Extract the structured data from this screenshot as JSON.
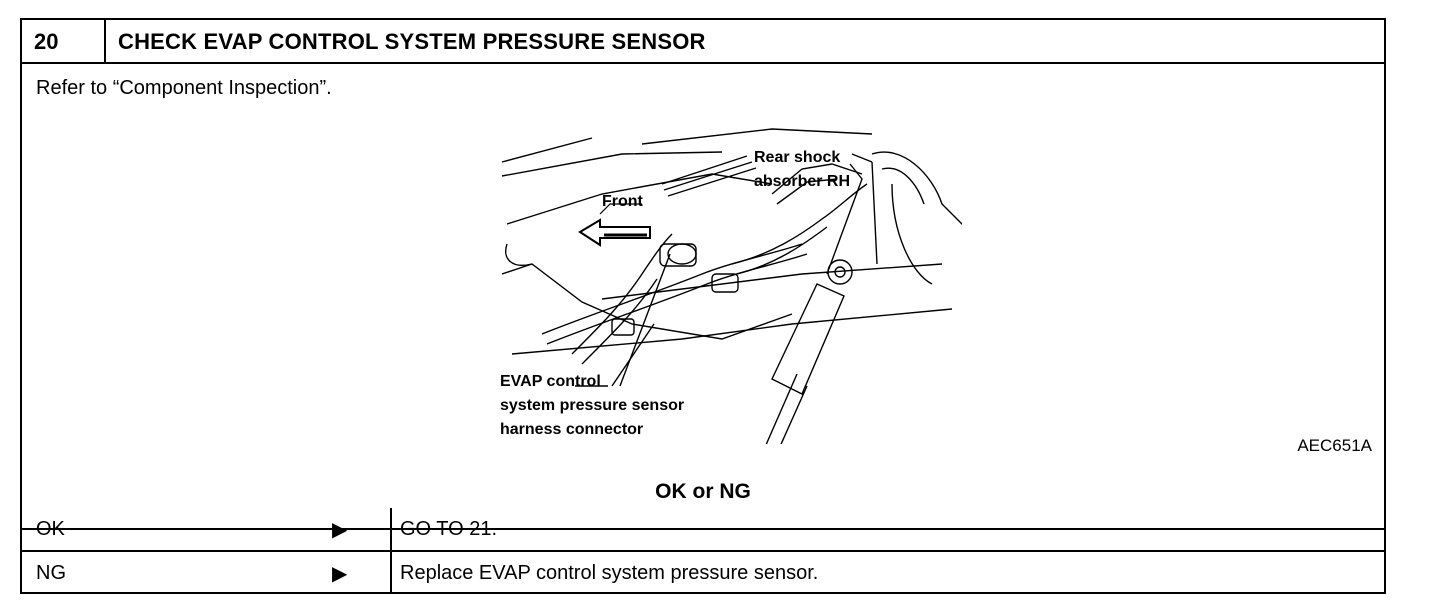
{
  "header": {
    "step_number": "20",
    "title": "CHECK EVAP CONTROL SYSTEM PRESSURE SENSOR"
  },
  "body": {
    "instruction": "Refer to “Component Inspection”.",
    "figure": {
      "label_front": "Front",
      "label_shock_line1": "Rear shock",
      "label_shock_line2": "absorber RH",
      "label_sensor_line1": "EVAP control",
      "label_sensor_line2": "system pressure sensor",
      "label_sensor_line3": "harness connector",
      "code": "AEC651A"
    },
    "decision": "OK or NG"
  },
  "results": [
    {
      "label": "OK",
      "arrow": "▶",
      "action": "GO TO 21."
    },
    {
      "label": "NG",
      "arrow": "▶",
      "action": "Replace EVAP control system pressure sensor."
    }
  ]
}
